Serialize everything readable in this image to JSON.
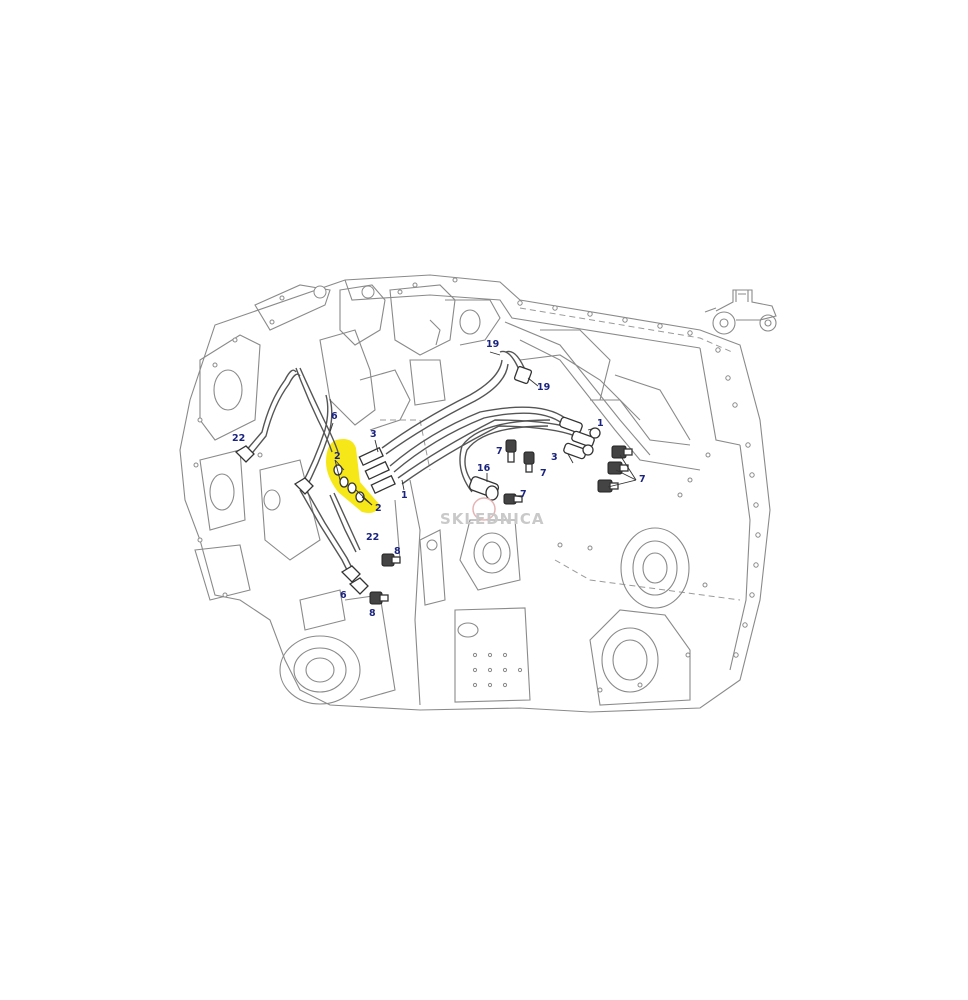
{
  "watermark": "SKLEDNICA",
  "callouts": [
    {
      "id": "c22a",
      "text": "22"
    },
    {
      "id": "c6a",
      "text": "6"
    },
    {
      "id": "c2a",
      "text": "2"
    },
    {
      "id": "c3a",
      "text": "3"
    },
    {
      "id": "c1a",
      "text": "1"
    },
    {
      "id": "c2b",
      "text": "2"
    },
    {
      "id": "c22b",
      "text": "22"
    },
    {
      "id": "c8a",
      "text": "8"
    },
    {
      "id": "c6b",
      "text": "6"
    },
    {
      "id": "c8b",
      "text": "8"
    },
    {
      "id": "c19a",
      "text": "19"
    },
    {
      "id": "c19b",
      "text": "19"
    },
    {
      "id": "c16",
      "text": "16"
    },
    {
      "id": "c7a",
      "text": "7"
    },
    {
      "id": "c7b",
      "text": "7"
    },
    {
      "id": "c7c",
      "text": "7"
    },
    {
      "id": "c3b",
      "text": "3"
    },
    {
      "id": "c1b",
      "text": "1"
    },
    {
      "id": "c7d",
      "text": "7"
    }
  ],
  "colors": {
    "callout": "#1a237e",
    "highlight": "#f5e400"
  },
  "icons": [
    "tractor-icon"
  ]
}
